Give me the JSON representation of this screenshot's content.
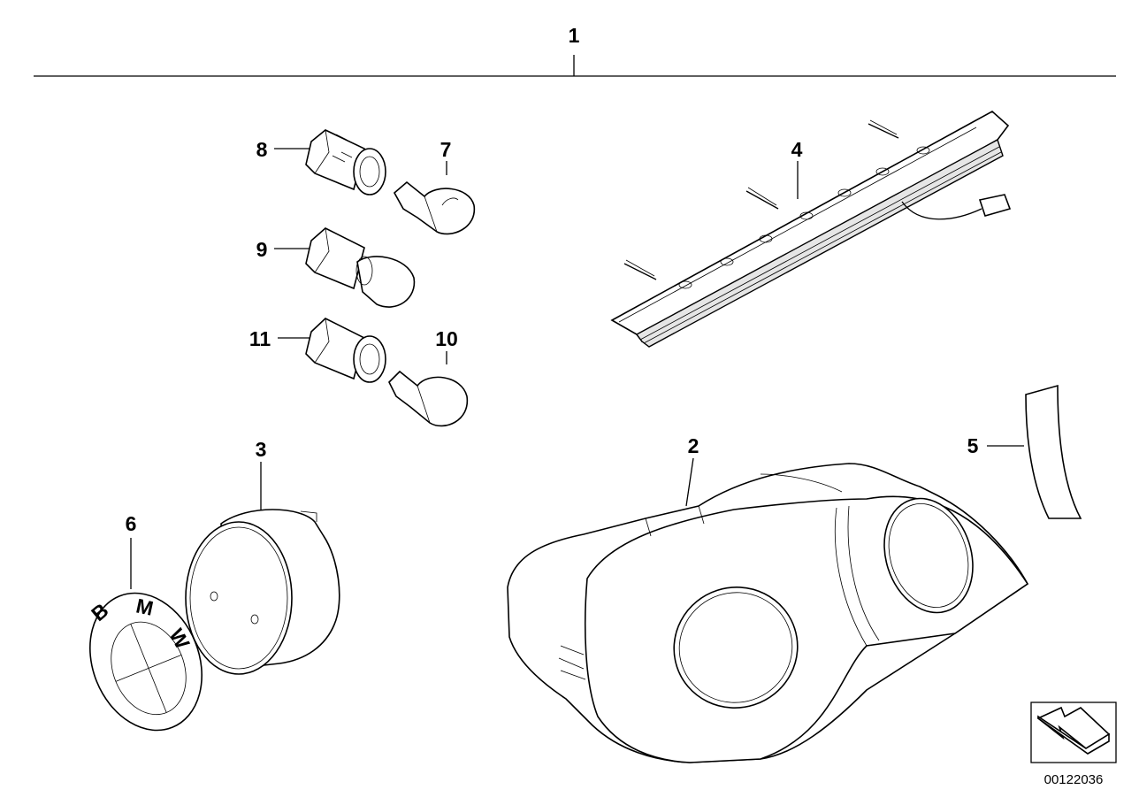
{
  "callouts": {
    "c1": "1",
    "c2": "2",
    "c3": "3",
    "c4": "4",
    "c5": "5",
    "c6": "6",
    "c7": "7",
    "c8": "8",
    "c9": "9",
    "c10": "10",
    "c11": "11"
  },
  "emblem": {
    "letter_b": "B",
    "letter_m": "M",
    "letter_w": "W"
  },
  "diagram_number": "00122036",
  "icon": "direction-arrow-icon"
}
